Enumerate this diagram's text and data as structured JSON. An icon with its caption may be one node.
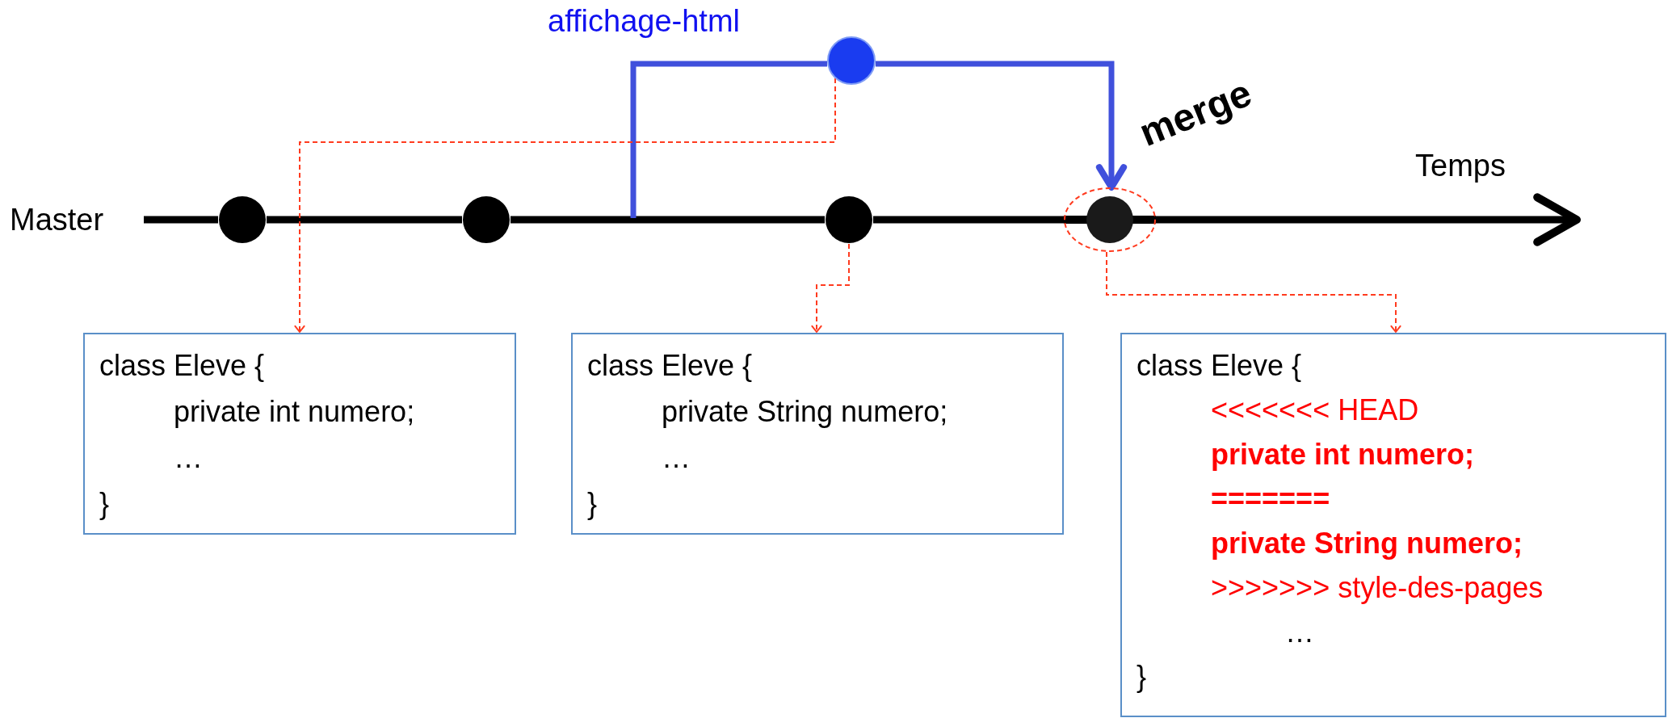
{
  "diagram": {
    "nodes": [
      {
        "text": [],
        "shape": "circle"
      },
      {
        "text": [],
        "shape": "circle"
      },
      {
        "text": [],
        "shape": "circle"
      },
      {
        "text": [],
        "shape": "circle"
      },
      {
        "text": [],
        "shape": "circle"
      },
      {
        "text": [
          "class Eleve {",
          "private int numero;",
          "…",
          "}"
        ]
      },
      {
        "text": [
          "class Eleve {",
          "private String numero;",
          "…",
          "}"
        ]
      },
      {
        "text": [
          "class Eleve {",
          "<<<<<<< HEAD",
          "private int numero;",
          "=======",
          "private String numero;",
          ">>>>>>> style-des-pages",
          "…",
          "}"
        ]
      }
    ],
    "edges": [
      {
        "from": null,
        "to": 1,
        "arrow": "none"
      },
      {
        "from": 1,
        "to": 2,
        "arrow": "none"
      },
      {
        "from": 2,
        "to": 3,
        "arrow": "none"
      },
      {
        "from": 3,
        "to": 4,
        "arrow": "none"
      },
      {
        "from": 4,
        "to": null,
        "arrow": "to"
      },
      {
        "from": null,
        "to": 0,
        "arrow": "none",
        "color": "#4050dc"
      },
      {
        "from": 0,
        "to": 4,
        "arrow": "to",
        "label": "merge",
        "color": "#4050dc"
      },
      {
        "from": 0,
        "to": 5,
        "arrow": "to",
        "style": "dashed",
        "color": "#ff3b1f"
      },
      {
        "from": 3,
        "to": 6,
        "arrow": "to",
        "style": "dashed",
        "color": "#ff3b1f"
      },
      {
        "from": 4,
        "to": 7,
        "arrow": "to",
        "style": "dashed",
        "color": "#ff3b1f"
      }
    ],
    "labels": [
      "Master",
      "Temps",
      "affichage-html"
    ]
  }
}
